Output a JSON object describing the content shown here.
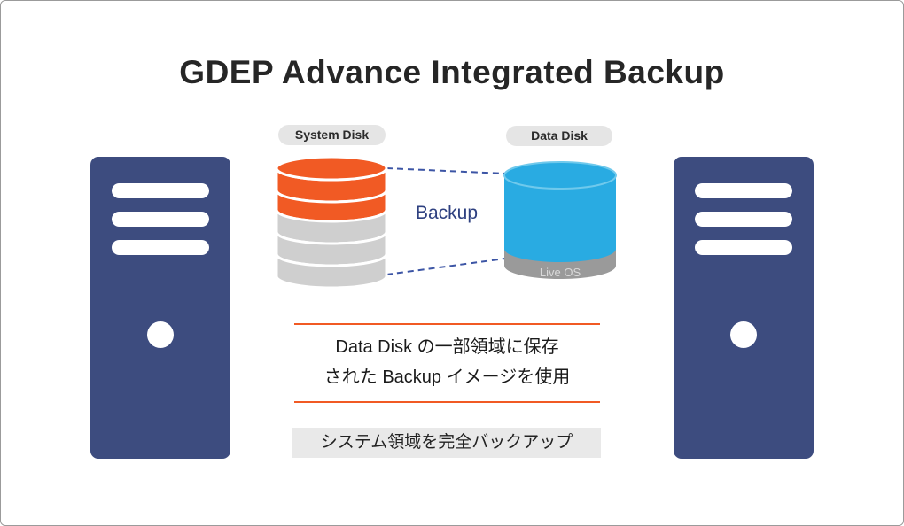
{
  "title": "GDEP Advance Integrated Backup",
  "system_disk": {
    "label": "System Disk"
  },
  "data_disk": {
    "label": "Data Disk",
    "live_os": "Live OS"
  },
  "backup_arrow": {
    "label": "Backup"
  },
  "note": {
    "line1": "Data Disk の一部領域に保存",
    "line2": "された Backup イメージを使用"
  },
  "caption": "システム領域を完全バックアップ",
  "colors": {
    "server_navy": "#3d4c7f",
    "disk_orange": "#f15a24",
    "disk_blue": "#29abe2",
    "disk_gray": "#cfcfcf",
    "live_os_band": "#9a9a9a",
    "backup_text": "#2e4080",
    "dashed_line": "#3c55a5",
    "label_pill_bg": "#e5e5e5",
    "caption_bg": "#e9e9e9",
    "rule_orange": "#f15a24"
  }
}
